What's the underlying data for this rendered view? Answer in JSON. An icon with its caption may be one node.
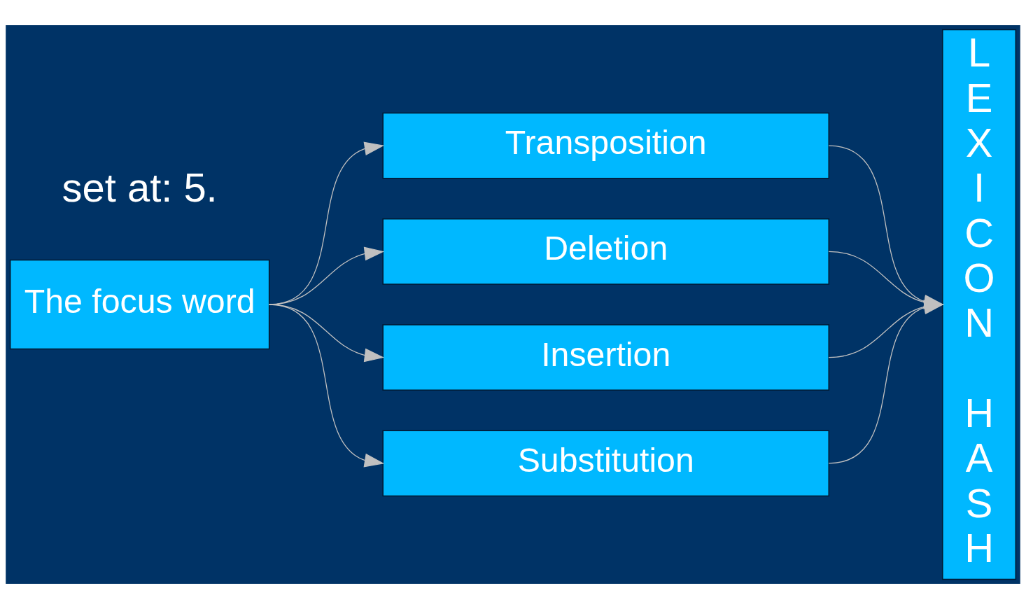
{
  "diagram": {
    "nodes": [
      {
        "text": [
          "The focus word"
        ]
      },
      {
        "text": [
          "Transposition"
        ]
      },
      {
        "text": [
          "Deletion"
        ]
      },
      {
        "text": [
          "Insertion"
        ]
      },
      {
        "text": [
          "Substitution"
        ]
      },
      {
        "text": [
          "LEXICON HASH"
        ]
      }
    ],
    "edges": [
      {
        "from": 0,
        "to": 1,
        "arrow": "to"
      },
      {
        "from": 0,
        "to": 2,
        "arrow": "to"
      },
      {
        "from": 0,
        "to": 3,
        "arrow": "to"
      },
      {
        "from": 0,
        "to": 4,
        "arrow": "to"
      },
      {
        "from": 1,
        "to": 5,
        "arrow": "to"
      },
      {
        "from": 2,
        "to": 5,
        "arrow": "to"
      },
      {
        "from": 3,
        "to": 5,
        "arrow": "to"
      },
      {
        "from": 4,
        "to": 5,
        "arrow": "to"
      }
    ],
    "labels": [
      "set at: 5."
    ]
  }
}
